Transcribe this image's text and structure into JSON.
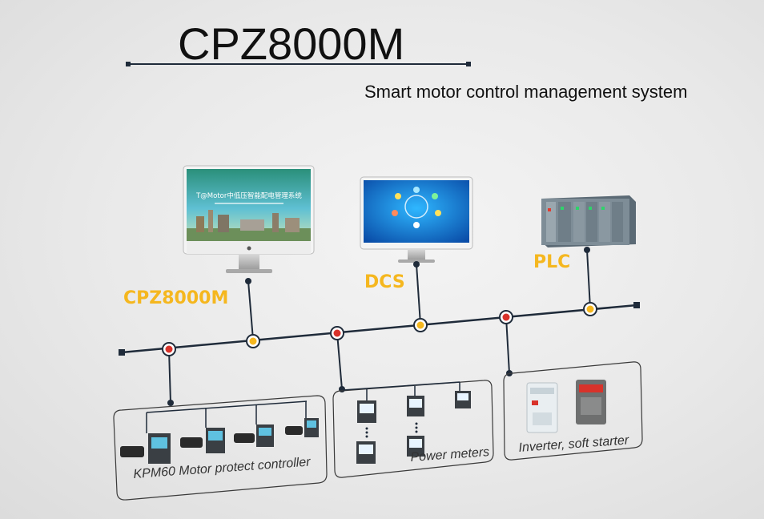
{
  "header": {
    "title": "CPZ8000M",
    "subtitle": "Smart motor control management system"
  },
  "nodes": {
    "cpz_label": "CPZ8000M",
    "dcs_label": "DCS",
    "plc_label": "PLC"
  },
  "screens": {
    "cpz_screen_title": "T@Motor中低压智能配电管理系统"
  },
  "groups": {
    "kpm_label": "KPM60 Motor protect controller",
    "pm_label": "Power meters",
    "inv_label": "Inverter, soft starter"
  },
  "colors": {
    "bus_line": "#1f2b3a",
    "accent_yellow": "#f5b71f",
    "accent_red": "#d8322a",
    "title_text": "#111111"
  },
  "icons": [
    "monitor-icon",
    "plc-rack-icon",
    "motor-controller-icon",
    "power-meter-icon",
    "inverter-icon",
    "soft-starter-icon"
  ]
}
